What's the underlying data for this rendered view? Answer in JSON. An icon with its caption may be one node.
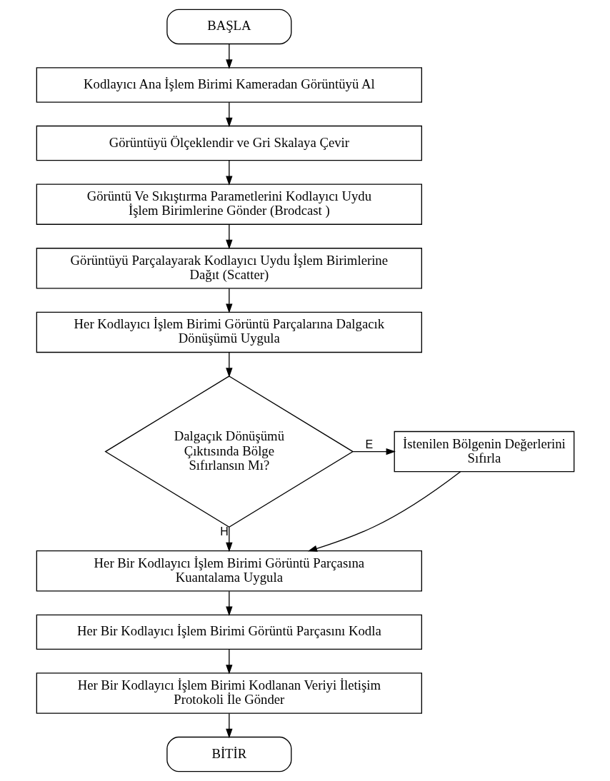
{
  "diagram": {
    "nodes": [
      {
        "text": [
          "BAŞLA"
        ]
      },
      {
        "text": [
          "Kodlayıcı Ana İşlem Birimi Kameradan Görüntüyü Al"
        ]
      },
      {
        "text": [
          "Görüntüyü Ölçeklendir ve Gri Skalaya Çevir"
        ]
      },
      {
        "text": [
          "Görüntü Ve Sıkıştırma Parametlerini Kodlayıcı Uydu İşlem Birimlerine Gönder (Brodcast )"
        ]
      },
      {
        "text": [
          "Görüntüyü Parçalayarak Kodlayıcı Uydu İşlem Birimlerine Dağıt (Scatter)"
        ]
      },
      {
        "text": [
          "Her Kodlayıcı İşlem Birimi Görüntü Parçalarına Dalgacık Dönüşümü Uygula"
        ]
      },
      {
        "text": [
          "Dalgaçık Dönüşümü Çıktısında Bölge Sıfırlansın Mı?"
        ]
      },
      {
        "text": [
          "İstenilen Bölgenin Değerlerini Sıfırla"
        ]
      },
      {
        "text": [
          "Her Bir Kodlayıcı İşlem Birimi Görüntü Parçasına Kuantalama Uygula"
        ]
      },
      {
        "text": [
          "Her Bir Kodlayıcı İşlem Birimi Görüntü Parçasını Kodla"
        ]
      },
      {
        "text": [
          "Her Bir Kodlayıcı İşlem Birimi Kodlanan Veriyi İletişim Protokoli İle Gönder"
        ]
      },
      {
        "text": [
          "BİTİR"
        ]
      }
    ],
    "edges": [
      {
        "from": 0,
        "to": 1,
        "arrow": "to"
      },
      {
        "from": 1,
        "to": 2,
        "arrow": "to"
      },
      {
        "from": 2,
        "to": 3,
        "arrow": "to"
      },
      {
        "from": 3,
        "to": 4,
        "arrow": "to"
      },
      {
        "from": 4,
        "to": 5,
        "arrow": "to"
      },
      {
        "from": 5,
        "to": 6,
        "arrow": "to"
      },
      {
        "from": 6,
        "to": 7,
        "label": "E",
        "arrow": "to"
      },
      {
        "from": 6,
        "to": 8,
        "label": "H",
        "arrow": "to"
      },
      {
        "from": 7,
        "to": 8,
        "arrow": "to"
      },
      {
        "from": 8,
        "to": 9,
        "arrow": "to"
      },
      {
        "from": 9,
        "to": 10,
        "arrow": "to"
      },
      {
        "from": 10,
        "to": 11,
        "arrow": "to"
      }
    ]
  }
}
